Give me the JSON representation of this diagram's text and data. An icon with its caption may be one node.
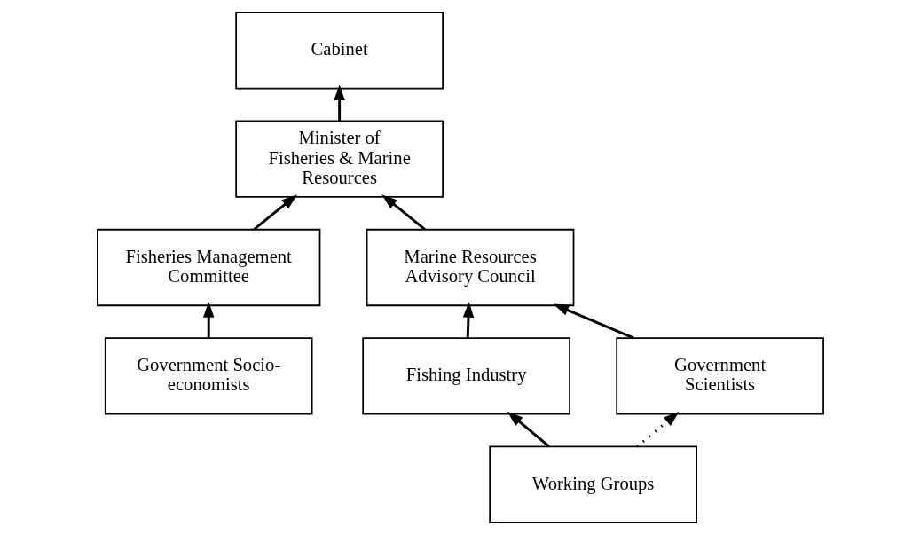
{
  "diagram": {
    "nodes": [
      {
        "text": [
          "Cabinet"
        ]
      },
      {
        "text": [
          "Minister of Fisheries & Marine Resources"
        ]
      },
      {
        "text": [
          "Fisheries Management Committee"
        ]
      },
      {
        "text": [
          "Marine Resources Advisory Council"
        ]
      },
      {
        "text": [
          "Fishing Industry"
        ]
      },
      {
        "text": [
          "Government Socio-economists"
        ]
      },
      {
        "text": [
          "Government Scientists"
        ]
      },
      {
        "text": [
          "Working Groups"
        ]
      }
    ],
    "edges": [
      {
        "from": 1,
        "to": 0,
        "arrow": "to"
      },
      {
        "from": 2,
        "to": 1,
        "arrow": "to"
      },
      {
        "from": 3,
        "to": 1,
        "arrow": "to"
      },
      {
        "from": 5,
        "to": 2,
        "arrow": "to"
      },
      {
        "from": 4,
        "to": 3,
        "arrow": "to"
      },
      {
        "from": 6,
        "to": 3,
        "arrow": "to"
      },
      {
        "from": 7,
        "to": 4,
        "arrow": "to"
      },
      {
        "from": 7,
        "to": 6,
        "arrow": "to",
        "style": "dashed"
      }
    ]
  }
}
